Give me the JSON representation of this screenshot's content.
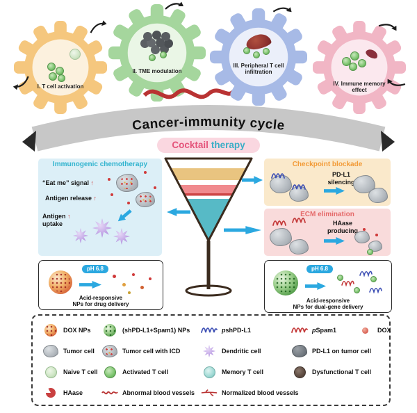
{
  "banner": {
    "title": "Cancer-immunity cycle"
  },
  "gears": [
    {
      "label": "I. T cell activation",
      "color": "#F5C77E",
      "inner": "#FCF1DE"
    },
    {
      "label": "II. TME modulation",
      "color": "#A5D69D",
      "inner": "#EAF6E6"
    },
    {
      "label": "III. Peripheral T cell infiltration",
      "color": "#A7BAE6",
      "inner": "#EBEFFA"
    },
    {
      "label": "IV. Immune memory effect",
      "color": "#F1B6C5",
      "inner": "#FBE8EE"
    }
  ],
  "cocktail": {
    "word1": "Cocktail",
    "word2": "therapy"
  },
  "symbols": {
    "up": "↑"
  },
  "left_panel": {
    "title": "Immunogenic chemotherapy",
    "eat_me": "“Eat me” signal",
    "antigen_release": "Antigen release",
    "uptake_l1": "Antigen",
    "uptake_l2": "uptake"
  },
  "left_np": {
    "ph": "pH 6.8",
    "caption": "Acid-responsive\nNPs for drug delivery"
  },
  "checkpoint": {
    "title": "Checkpoint blockade",
    "label": "PD-L1 silencing"
  },
  "ecm": {
    "title": "ECM elimination",
    "label": "HAase producing"
  },
  "right_np": {
    "ph": "pH 6.8",
    "caption": "Acid-responsive\nNPs for dual-gene delivery"
  },
  "legend": {
    "row1": [
      {
        "label": "DOX NPs"
      },
      {
        "label": "(shPD-L1+Spam1) NPs"
      },
      {
        "prefix": "p",
        "label": "shPD-L1"
      },
      {
        "prefix": "p",
        "label": "Spam1"
      },
      {
        "label": "DOX"
      }
    ],
    "row2": [
      {
        "label": "Tumor cell"
      },
      {
        "label": "Tumor cell with ICD"
      },
      {
        "label": "Dendritic cell"
      },
      {
        "label": "PD-L1 on tumor cell"
      }
    ],
    "row3": [
      {
        "label": "Naive T cell"
      },
      {
        "label": "Activated T cell"
      },
      {
        "label": "Memory T cell"
      },
      {
        "label": "Dysfunctional T cell"
      }
    ],
    "row4": [
      {
        "label": "HAase"
      },
      {
        "label": "Abnormal blood vessels"
      },
      {
        "label": "Normalized blood vessels"
      }
    ]
  },
  "colors": {
    "arrow_blue": "#2BA8E0",
    "banner_gray": "#C7C7C7",
    "cocktail_pink": "#E4537A",
    "therapy_teal": "#3BAEC6",
    "chemo_header": "#2FB3CE",
    "checkpoint_header": "#F29B38",
    "ecm_header": "#E56A6A"
  }
}
